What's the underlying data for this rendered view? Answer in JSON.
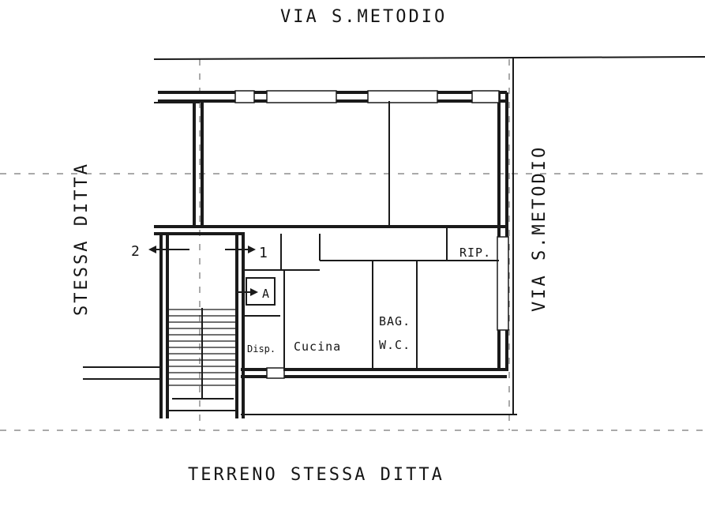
{
  "labels": {
    "street_top": "VIA S.METODIO",
    "street_right": "VIA S.METODIO",
    "side_left": "STESSA DITTA",
    "bottom": "TERRENO STESSA DITTA",
    "rip": "RIP.",
    "bagno": "BAG.",
    "wc": "W.C.",
    "cucina": "Cucina",
    "disp": "Disp.",
    "ascensore": "A",
    "marker_2": "2",
    "marker_1": "1"
  }
}
